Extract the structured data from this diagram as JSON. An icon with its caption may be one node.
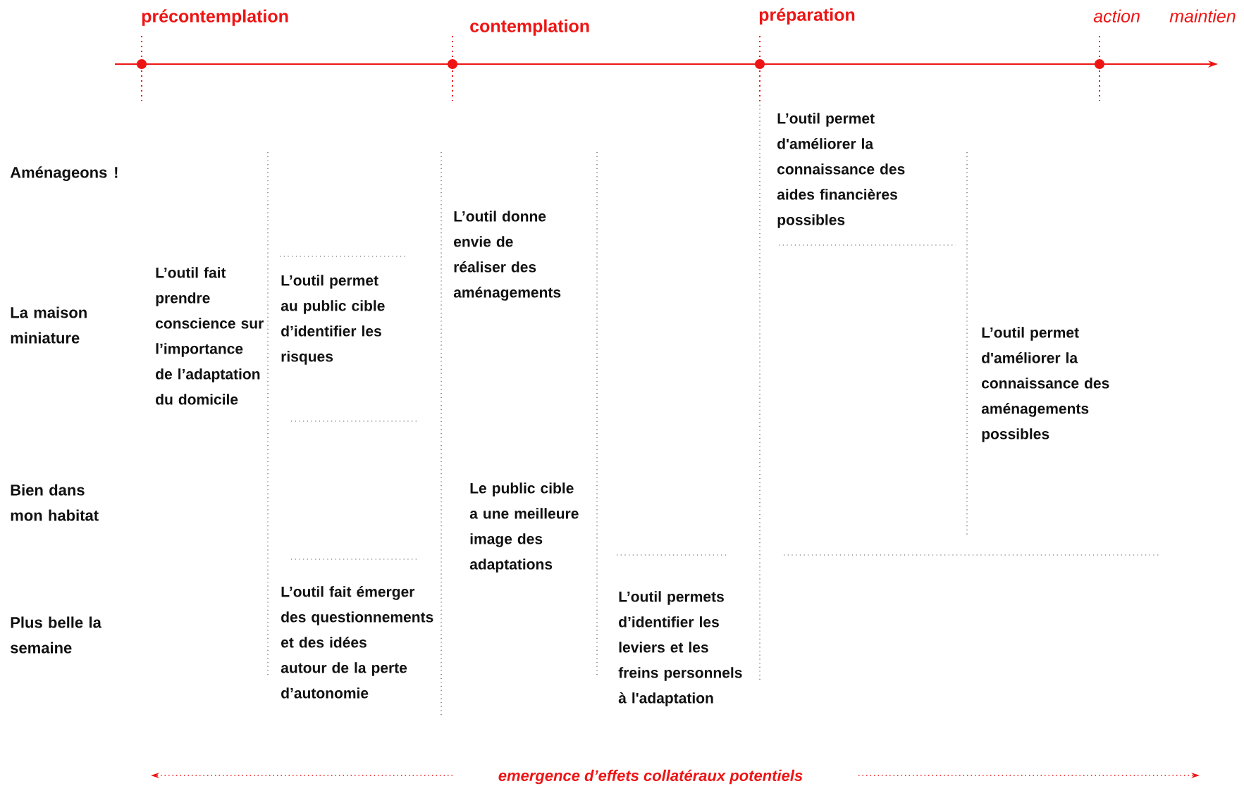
{
  "diagram": {
    "labels": [
      "précontemplation",
      "contemplation",
      "préparation",
      "action",
      "maintien",
      "Aménageons !",
      "La maison miniature",
      "Bien dans mon habitat",
      "Plus belle la semaine",
      "L’outil fait prendre conscience sur l’importance de l’adaptation du domicile",
      "L’outil permet au public cible d’identifier les risques",
      "L’outil fait émerger des questionnements et des idées autour de la perte d’autonomie",
      "L’outil donne envie de réaliser des aménagements",
      "Le public cible a une meilleure image des adaptations",
      "L’outil permets d’identifier les leviers et les freins personnels à l'adaptation",
      "L’outil permet d'améliorer la connaissance des aides financières possibles",
      "L’outil permet d'améliorer la connaissance des aménagements possibles",
      "emergence d’effets collatéraux potentiels"
    ]
  }
}
